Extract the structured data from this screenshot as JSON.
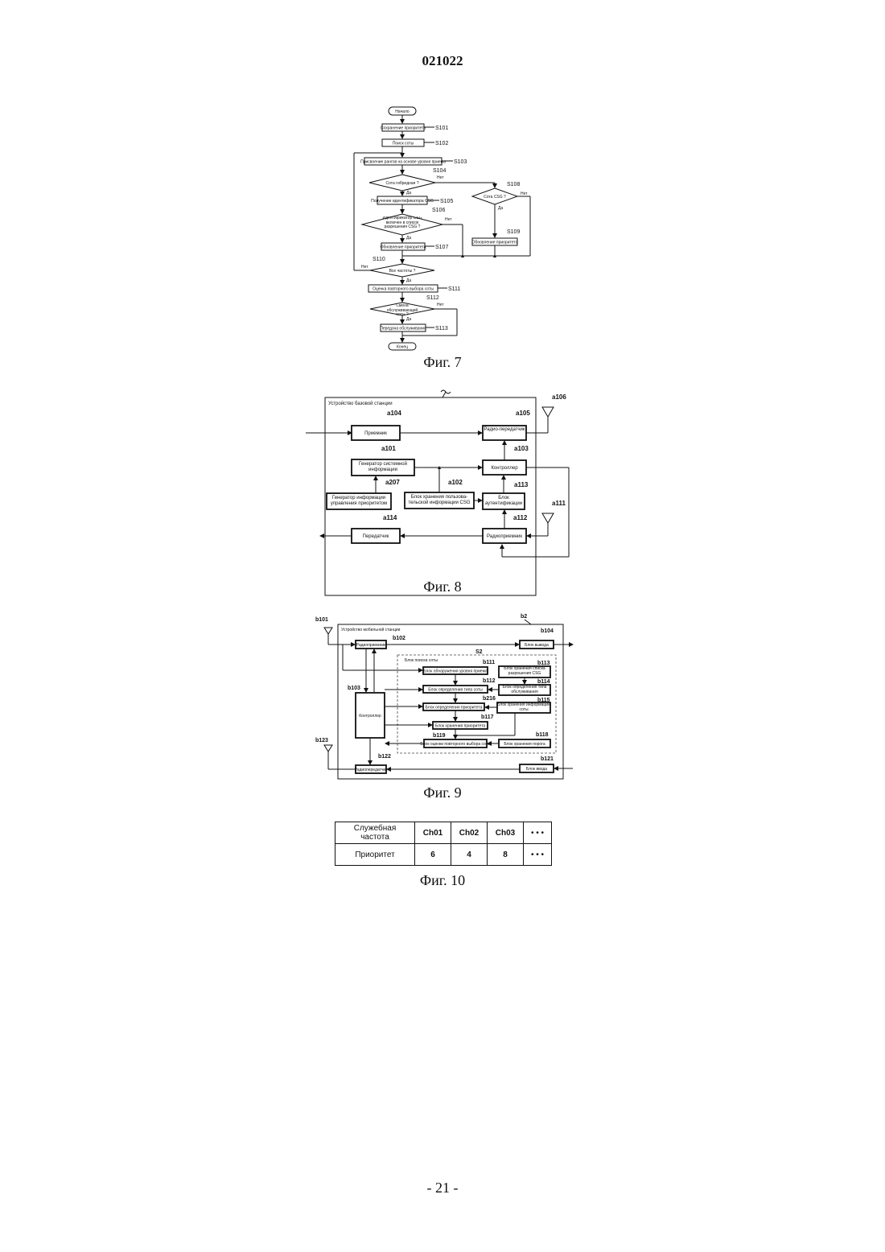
{
  "header": {
    "page_number": "021022"
  },
  "footer": {
    "page": "- 21 -"
  },
  "fig7": {
    "caption": "Фиг. 7",
    "start": "Начало",
    "end": "Конец",
    "steps": {
      "s101": "Сохранение приоритета",
      "s102": "Поиск соты",
      "s103": "Присвоение рангов на основе уровня приема",
      "s104": "Сота гибридная ?",
      "s105": "Получение идентификатора CSG",
      "s106": "Идентификатор CSG включен в список разрешения CSG ?",
      "s107": "Обновление приоритета",
      "s108": "Сота CSG ?",
      "s109": "Обновление приоритета",
      "s110": "Все частоты ?",
      "s111": "Оценка повторного выбора соты",
      "s112": "Смена обслуживающей соты ?",
      "s113": "Передача обслуживания"
    },
    "labels": {
      "s101": "S101",
      "s102": "S102",
      "s103": "S103",
      "s104": "S104",
      "s105": "S105",
      "s106": "S106",
      "s107": "S107",
      "s108": "S108",
      "s109": "S109",
      "s110": "S110",
      "s111": "S111",
      "s112": "S112",
      "s113": "S113"
    },
    "yes": "Да",
    "no": "Нет"
  },
  "fig8": {
    "caption": "Фиг. 8",
    "container": "Устройство базовой станции",
    "receiver": "Приемник",
    "radio_tx": "Радио-передатчик",
    "sysinfo_gen": "Генератор системной информации",
    "controller": "Контроллер",
    "prio_gen": "Генератор информации управления приоритетом",
    "csg_store": "Блок хранения пользова-тельской информации CSG",
    "auth": "Блок аутентификации",
    "transmitter": "Передатчик",
    "radio_rx": "Радиоприемник",
    "refs": {
      "a104": "a104",
      "a105": "a105",
      "a106": "a106",
      "a101": "a101",
      "a103": "a103",
      "a207": "a207",
      "a102": "a102",
      "a113": "a113",
      "a111": "a111",
      "a114": "a114",
      "a112": "a112"
    }
  },
  "fig9": {
    "caption": "Фиг. 9",
    "container": "Устройство мобильной станции",
    "radio_rx": "Радиоприемник",
    "output": "Блок вывода",
    "search": "Блок поиска соты",
    "level_detect": "Блок обнаружения уровня приема",
    "csg_list": "Блок хранения списка разрешения CSG",
    "type_determine": "Блок определения типа соты",
    "type_determine2": "Блок определения типа обслуживания",
    "controller": "Контроллер",
    "prio_determine": "Блок определения приоритета",
    "cell_info": "Блок хранения информации соты",
    "prio_store": "Блок хранения приоритета",
    "reselect": "Блок оценки повторного выбора соты",
    "threshold": "Блок хранения порога",
    "radio_tx": "Радиопередатчик",
    "input": "Блок ввода",
    "refs": {
      "b101": "b101",
      "b2": "b2",
      "b102": "b102",
      "b104": "b104",
      "s2": "S2",
      "b111": "b111",
      "b113": "b113",
      "b112": "b112",
      "b114": "b114",
      "b103": "b103",
      "b216": "b216",
      "b115": "b115",
      "b117": "b117",
      "b118": "b118",
      "b119": "b119",
      "b123": "b123",
      "b122": "b122",
      "b121": "b121"
    }
  },
  "fig10": {
    "caption": "Фиг. 10",
    "header_row": [
      "Служебная частота",
      "Ch01",
      "Ch02",
      "Ch03",
      "• • •"
    ],
    "value_row": [
      "Приоритет",
      "6",
      "4",
      "8",
      "• • •"
    ]
  }
}
